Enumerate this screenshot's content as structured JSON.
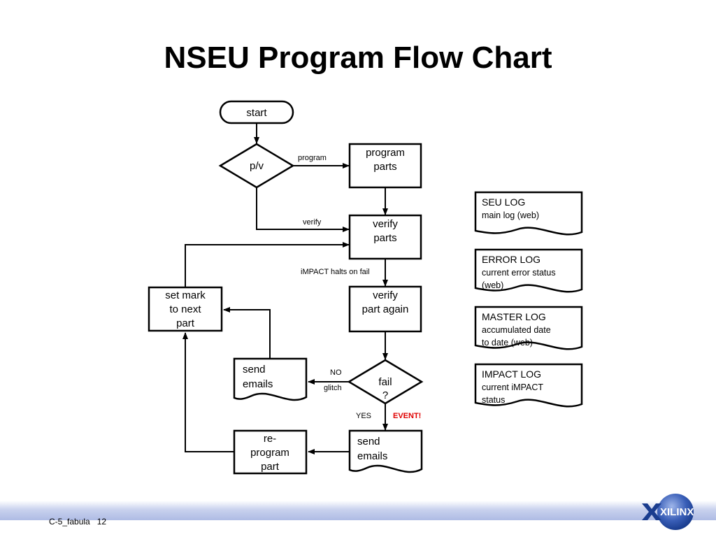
{
  "title": "NSEU Program Flow Chart",
  "nodes": {
    "start": "start",
    "pv": "p/v",
    "program_parts": [
      "program",
      "parts"
    ],
    "verify_parts": [
      "verify",
      "parts"
    ],
    "verify_again": [
      "verify",
      "part again"
    ],
    "fail": [
      "fail",
      "?"
    ],
    "set_mark": [
      "set mark",
      "to next",
      "part"
    ],
    "send_emails_left": [
      "send",
      "emails"
    ],
    "send_emails_right": [
      "send",
      "emails"
    ],
    "reprogram": [
      "re-",
      "program",
      "part"
    ]
  },
  "edges": {
    "program": "program",
    "verify": "verify",
    "impact_halts": "iMPACT halts on fail",
    "no": "NO",
    "glitch": "glitch",
    "yes": "YES",
    "event": "EVENT!"
  },
  "logs": [
    {
      "title": "SEU LOG",
      "lines": [
        "main log (web)"
      ]
    },
    {
      "title": "ERROR LOG",
      "lines": [
        "current error status",
        "(web)"
      ]
    },
    {
      "title": "MASTER LOG",
      "lines": [
        "accumulated date",
        "to date (web)"
      ]
    },
    {
      "title": "IMPACT LOG",
      "lines": [
        "current iMPACT",
        "status"
      ]
    }
  ],
  "footer": {
    "label": "C-5_fabula",
    "page": "12"
  },
  "logo_text": "XILINX",
  "colors": {
    "event": "#e00000",
    "footer_band": "#aebbe4",
    "logo_blue": "#1a3d8f"
  }
}
